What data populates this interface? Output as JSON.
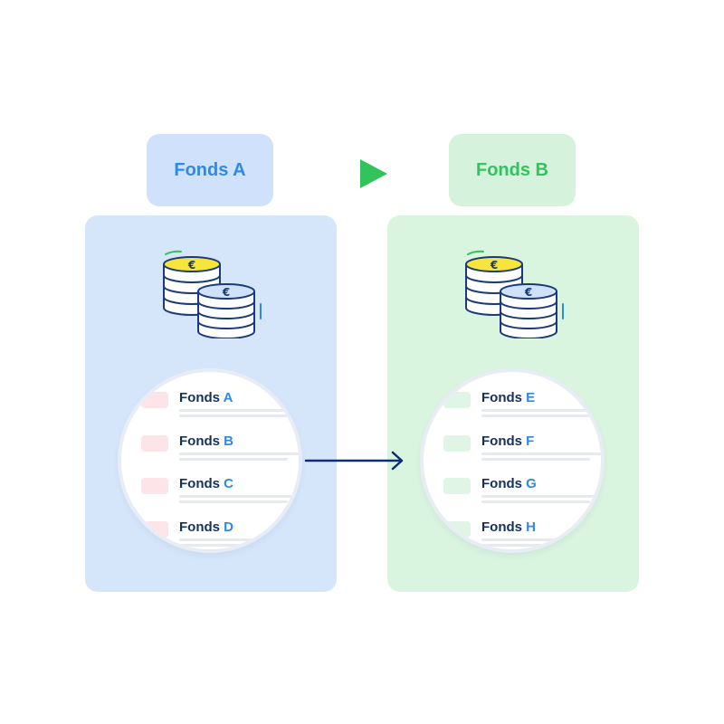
{
  "source": {
    "title": "Fonds A",
    "color": "#2f8ae6",
    "funds": [
      {
        "prefix": "Fonds",
        "letter": "A"
      },
      {
        "prefix": "Fonds",
        "letter": "B"
      },
      {
        "prefix": "Fonds",
        "letter": "C"
      },
      {
        "prefix": "Fonds",
        "letter": "D"
      }
    ]
  },
  "target": {
    "title": "Fonds B",
    "color": "#33c35c",
    "funds": [
      {
        "prefix": "Fonds",
        "letter": "E"
      },
      {
        "prefix": "Fonds",
        "letter": "F"
      },
      {
        "prefix": "Fonds",
        "letter": "G"
      },
      {
        "prefix": "Fonds",
        "letter": "H"
      }
    ]
  },
  "coin_symbol": "€",
  "icons": {
    "direction": "play-icon",
    "transfer": "arrow-right-icon",
    "coins": "euro-coins-icon"
  }
}
